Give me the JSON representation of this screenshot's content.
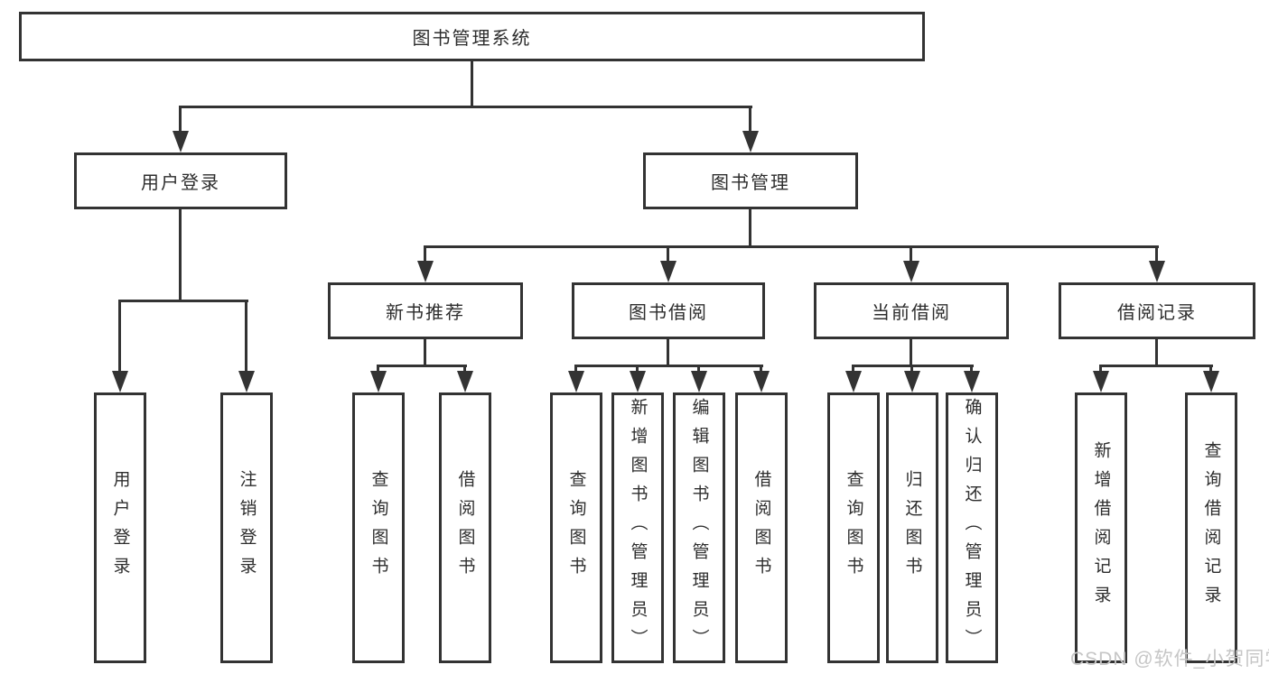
{
  "root": {
    "label": "图书管理系统"
  },
  "level2": {
    "user_login": {
      "label": "用户登录"
    },
    "book_management": {
      "label": "图书管理"
    }
  },
  "level3": {
    "new_book_recommend": {
      "label": "新书推荐"
    },
    "book_borrow": {
      "label": "图书借阅"
    },
    "current_borrow": {
      "label": "当前借阅"
    },
    "borrow_records": {
      "label": "借阅记录"
    }
  },
  "leaves": {
    "user_login": "用户登录",
    "logout": "注销登录",
    "query_books_1": "查询图书",
    "borrow_books_1": "借阅图书",
    "query_books_2": "查询图书",
    "add_book_admin": "新增图书（管理员）",
    "edit_book_admin": "编辑图书（管理员）",
    "borrow_books_2": "借阅图书",
    "query_books_3": "查询图书",
    "return_books": "归还图书",
    "confirm_return_admin": "确认归还（管理员）",
    "add_borrow_record": "新增借阅记录",
    "query_borrow_record": "查询借阅记录"
  },
  "watermark": "CSDN @软件_小贺同学",
  "colors": {
    "line": "#333333",
    "text": "#2d2d2d",
    "background": "#ffffff",
    "watermark": "#c6c6c6"
  }
}
